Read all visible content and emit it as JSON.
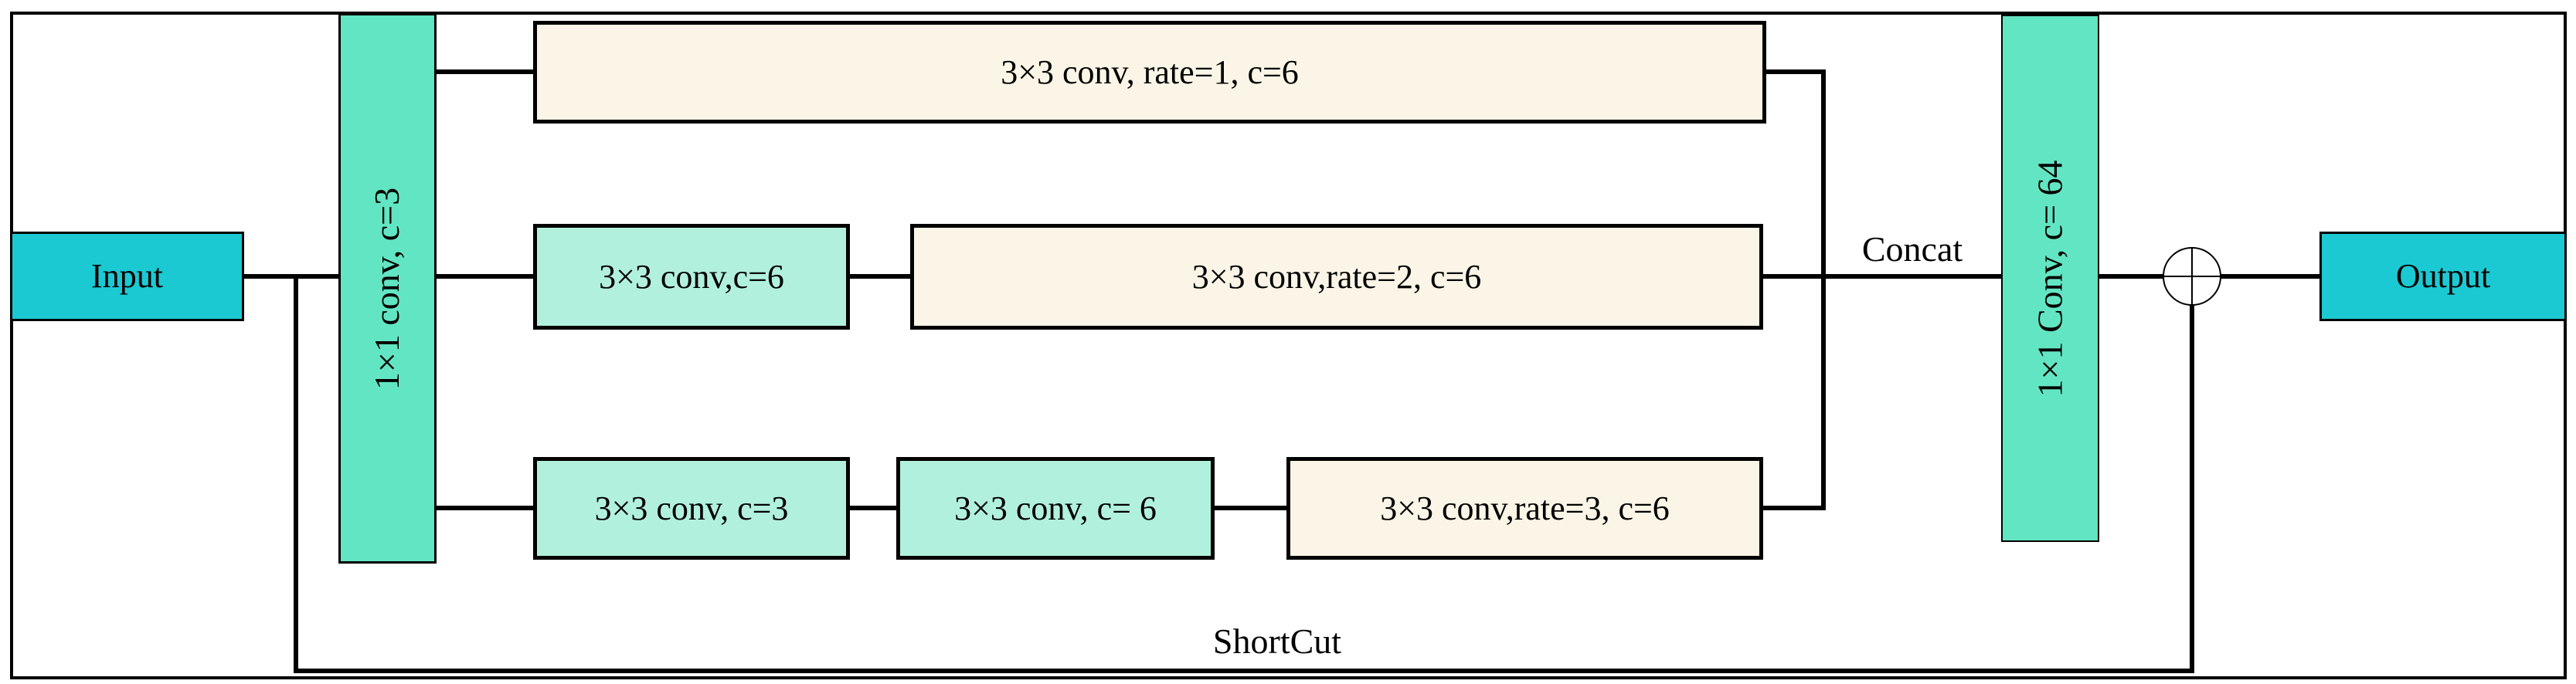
{
  "nodes": {
    "input": "Input",
    "conv_in": "1×1 conv, c=3",
    "branch1_conv1": "3×3 conv, rate=1, c=6",
    "branch2_conv1": "3×3 conv,c=6",
    "branch2_conv2": "3×3 conv,rate=2, c=6",
    "branch3_conv1": "3×3 conv, c=3",
    "branch3_conv2": "3×3 conv, c= 6",
    "branch3_conv3": "3×3 conv,rate=3, c=6",
    "conv_out": "1×1 Conv, c= 64",
    "output": "Output"
  },
  "annotations": {
    "concat": "Concat",
    "shortcut": "ShortCut"
  },
  "icons": {
    "add": "circled-plus (element-wise addition)"
  },
  "colors": {
    "io_teal": "#1bc9d2",
    "conv_green": "#62e5c3",
    "small_conv_mint": "#b2f0de",
    "dilated_conv_cream": "#faf5e6",
    "line_black": "#000000"
  }
}
